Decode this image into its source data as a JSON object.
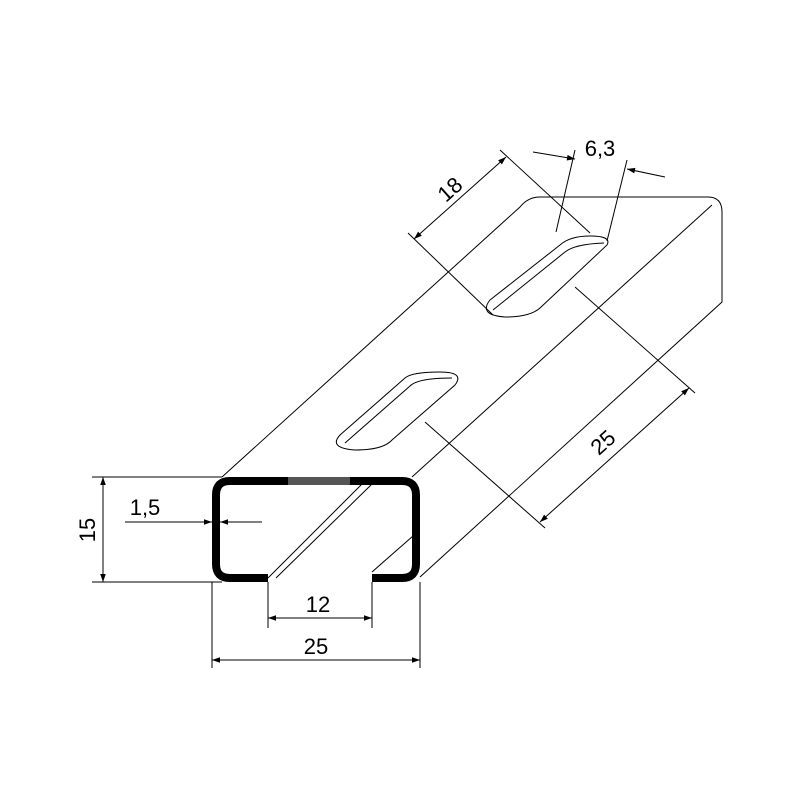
{
  "title": "C-profile rail with slots",
  "dimensions": {
    "height": "15",
    "wall_thickness": "1,5",
    "opening_width": "12",
    "profile_width": "25",
    "slot_length": "18",
    "slot_width": "6,3",
    "slot_pitch": "25"
  },
  "colors": {
    "line": "#000000",
    "highlight": "#555555"
  }
}
